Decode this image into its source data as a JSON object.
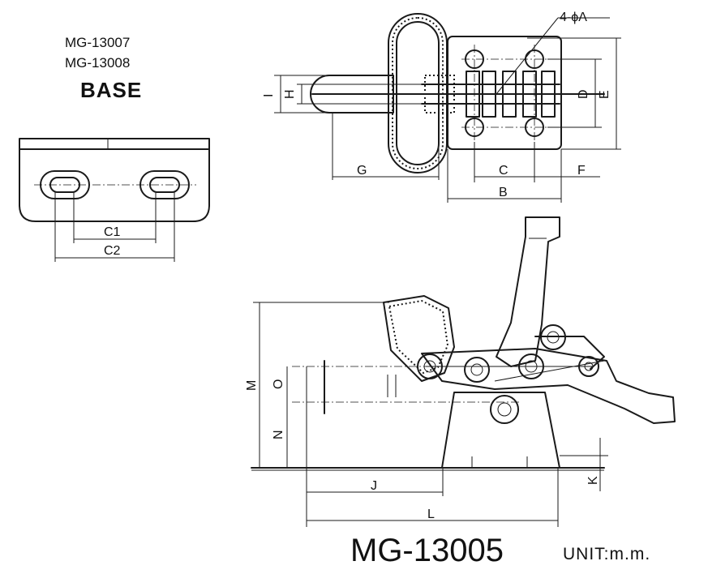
{
  "base_models": [
    "MG-13007",
    "MG-13008"
  ],
  "base_title": "BASE",
  "model": "MG-13005",
  "unit": "UNIT:m.m.",
  "hole_callout": "4-ϕA",
  "dimension_labels": {
    "C1": "C1",
    "C2": "C2",
    "G": "G",
    "C": "C",
    "F": "F",
    "B": "B",
    "D": "D",
    "E": "E",
    "H": "H",
    "I": "I",
    "M": "M",
    "O": "O",
    "N": "N",
    "J": "J",
    "L": "L",
    "K": "K"
  }
}
